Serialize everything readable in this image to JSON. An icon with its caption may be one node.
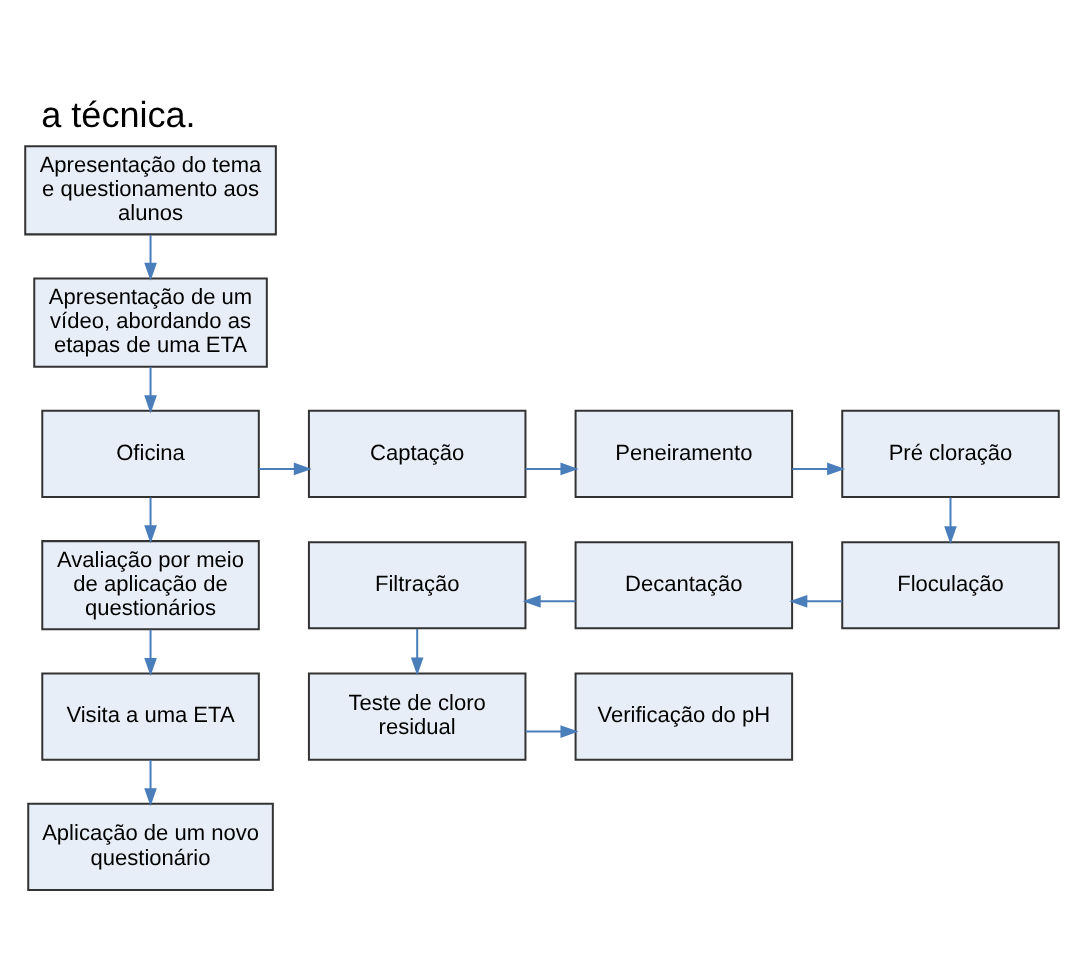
{
  "diagram": {
    "title": "a técnica.",
    "nodes": [
      {
        "text": [
          "Apresentação do tema e questionamento aos alunos"
        ]
      },
      {
        "text": [
          "Apresentação de um vídeo, abordando as etapas de uma ETA"
        ]
      },
      {
        "text": [
          "Oficina"
        ]
      },
      {
        "text": [
          "Captação"
        ]
      },
      {
        "text": [
          "Peneiramento"
        ]
      },
      {
        "text": [
          "Pré cloração"
        ]
      },
      {
        "text": [
          "Avaliação por meio de aplicação de questionários"
        ]
      },
      {
        "text": [
          "Filtração"
        ]
      },
      {
        "text": [
          "Decantação"
        ]
      },
      {
        "text": [
          "Floculação"
        ]
      },
      {
        "text": [
          "Visita a uma ETA"
        ]
      },
      {
        "text": [
          "Teste de cloro residual"
        ]
      },
      {
        "text": [
          "Verificação do pH"
        ]
      },
      {
        "text": [
          "Aplicação de um novo questionário"
        ]
      }
    ],
    "edges": [
      {
        "from": 0,
        "to": 1,
        "arrow": "to"
      },
      {
        "from": 1,
        "to": 2,
        "arrow": "to"
      },
      {
        "from": 2,
        "to": 3,
        "arrow": "to"
      },
      {
        "from": 3,
        "to": 4,
        "arrow": "to"
      },
      {
        "from": 4,
        "to": 5,
        "arrow": "to"
      },
      {
        "from": 5,
        "to": 9,
        "arrow": "to"
      },
      {
        "from": 9,
        "to": 8,
        "arrow": "to"
      },
      {
        "from": 8,
        "to": 7,
        "arrow": "to"
      },
      {
        "from": 2,
        "to": 6,
        "arrow": "to"
      },
      {
        "from": 7,
        "to": 11,
        "arrow": "to"
      },
      {
        "from": 11,
        "to": 12,
        "arrow": "to"
      },
      {
        "from": 6,
        "to": 10,
        "arrow": "to"
      },
      {
        "from": 10,
        "to": 13,
        "arrow": "to"
      }
    ]
  }
}
